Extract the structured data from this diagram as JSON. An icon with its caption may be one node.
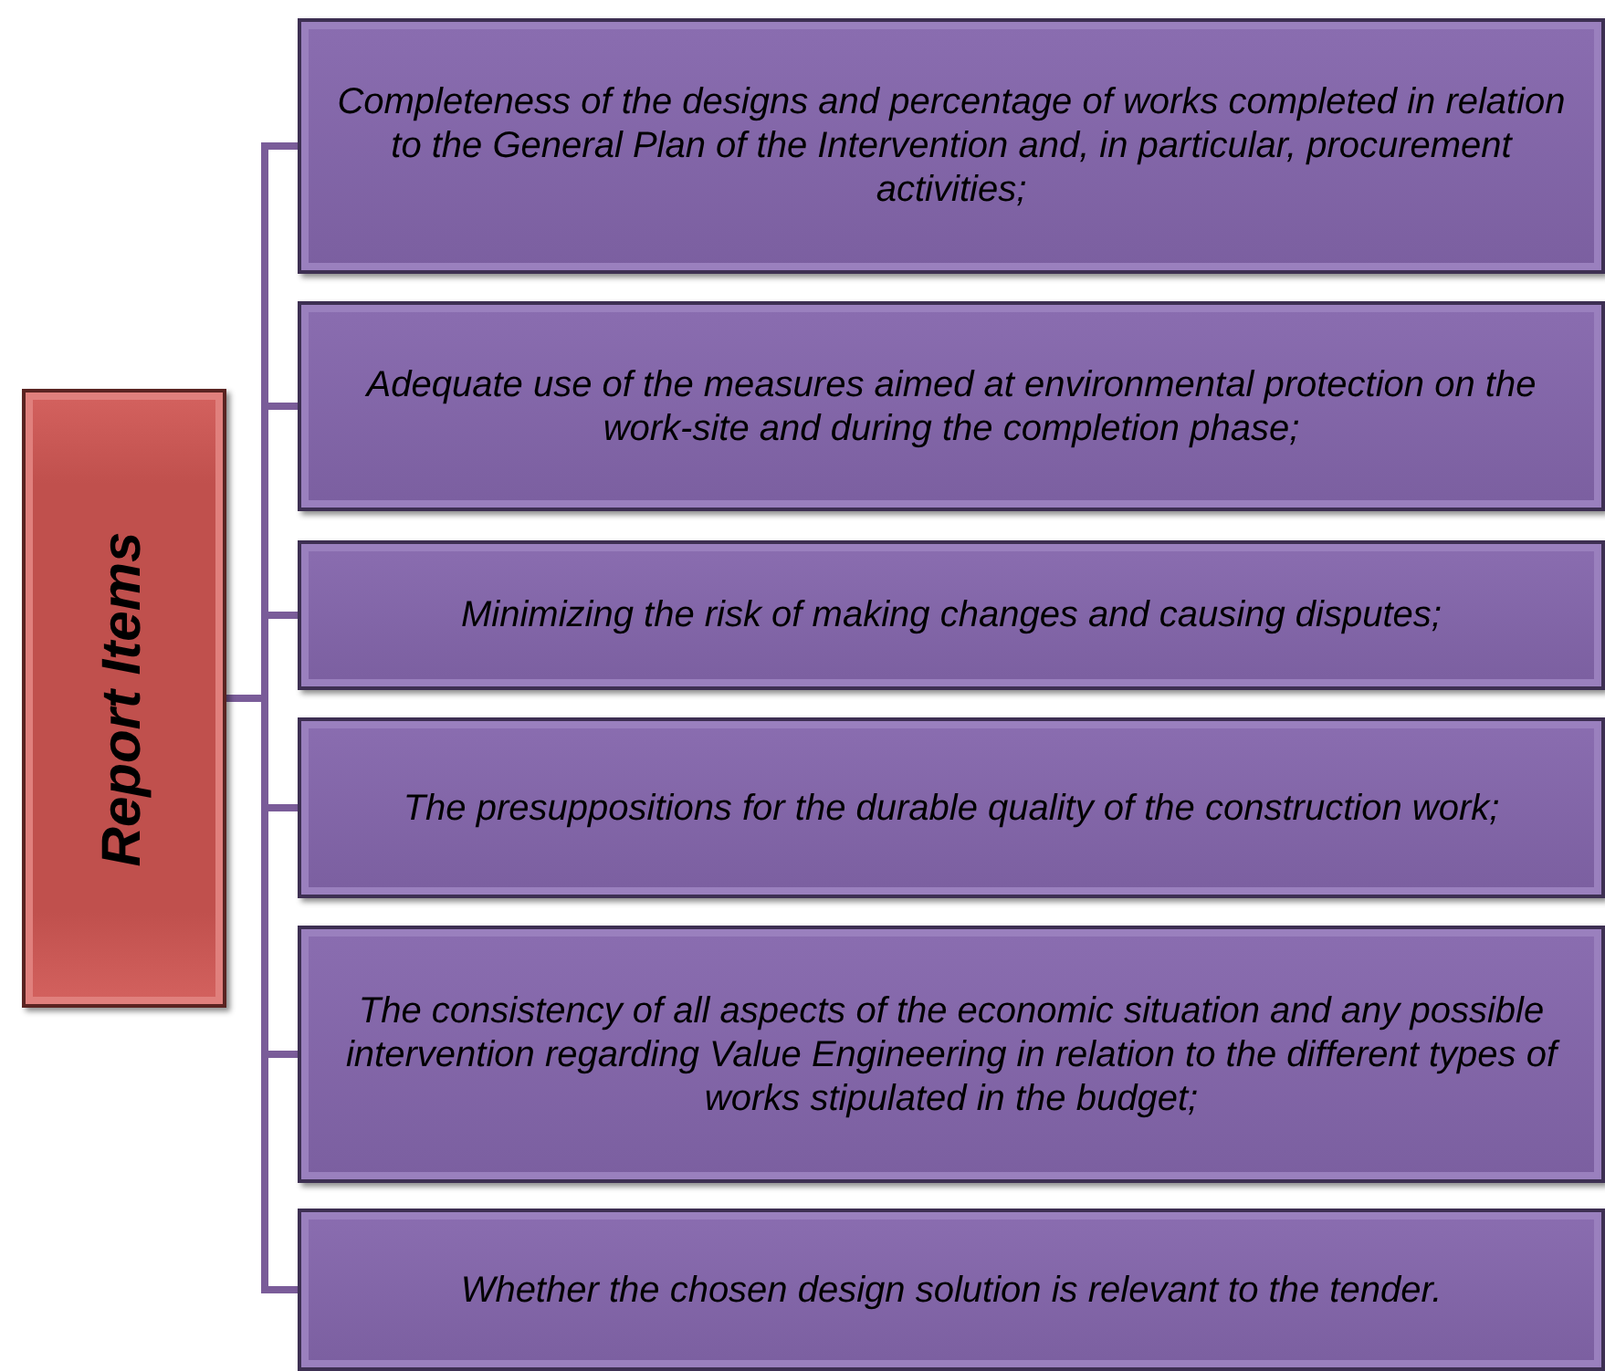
{
  "diagram": {
    "nodes": [
      {
        "text": [
          "Report Items"
        ]
      },
      {
        "text": [
          "Completeness of the designs and percentage of works completed in relation to the General Plan of the Intervention and, in particular, procurement activities;"
        ]
      },
      {
        "text": [
          "Adequate use of the measures aimed at environmental protection on the work-site and during the completion phase;"
        ]
      },
      {
        "text": [
          "Minimizing the risk of making changes and causing disputes;"
        ]
      },
      {
        "text": [
          "The presuppositions for the durable quality of the construction work;"
        ]
      },
      {
        "text": [
          "The consistency of all aspects of the economic situation and any possible intervention regarding Value Engineering in relation to the different types of works stipulated in the budget;"
        ]
      },
      {
        "text": [
          "Whether the chosen design solution is relevant to the tender."
        ]
      }
    ],
    "edges": [
      {
        "from": 0,
        "to": 1,
        "arrow": "none"
      },
      {
        "from": 0,
        "to": 2,
        "arrow": "none"
      },
      {
        "from": 0,
        "to": 3,
        "arrow": "none"
      },
      {
        "from": 0,
        "to": 4,
        "arrow": "none"
      },
      {
        "from": 0,
        "to": 5,
        "arrow": "none"
      },
      {
        "from": 0,
        "to": 6,
        "arrow": "none"
      }
    ]
  }
}
